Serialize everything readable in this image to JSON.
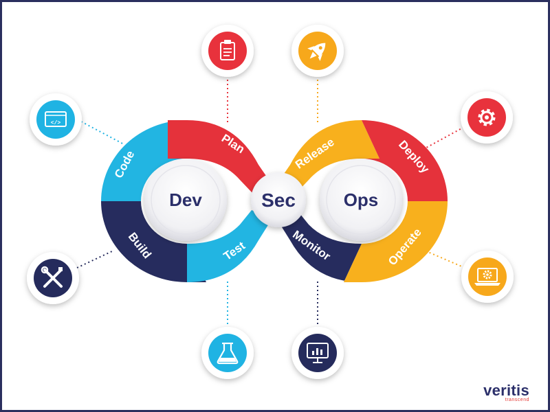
{
  "hubs": {
    "dev": "Dev",
    "sec": "Sec",
    "ops": "Ops"
  },
  "stages": {
    "code": "Code",
    "plan": "Plan",
    "build": "Build",
    "test": "Test",
    "release": "Release",
    "deploy": "Deploy",
    "monitor": "Monitor",
    "operate": "Operate"
  },
  "icons": {
    "code": {
      "name": "code-window-icon",
      "color": "#1fb3e3"
    },
    "plan": {
      "name": "clipboard-icon",
      "color": "#e8323c"
    },
    "build": {
      "name": "wrench-screwdriver-icon",
      "color": "#252b5c"
    },
    "test": {
      "name": "flask-icon",
      "color": "#1fb3e3"
    },
    "release": {
      "name": "rocket-icon",
      "color": "#f7a81b"
    },
    "deploy": {
      "name": "gear-icon",
      "color": "#e8323c"
    },
    "monitor": {
      "name": "monitor-chart-icon",
      "color": "#252b5c"
    },
    "operate": {
      "name": "laptop-gear-icon",
      "color": "#f7a81b"
    }
  },
  "segment_colors": {
    "cyan": "#22b5e2",
    "red": "#e5323b",
    "navy": "#262c5e",
    "yellow": "#f8b01d"
  },
  "brand": {
    "name": "veritis",
    "tagline": "transcend"
  }
}
